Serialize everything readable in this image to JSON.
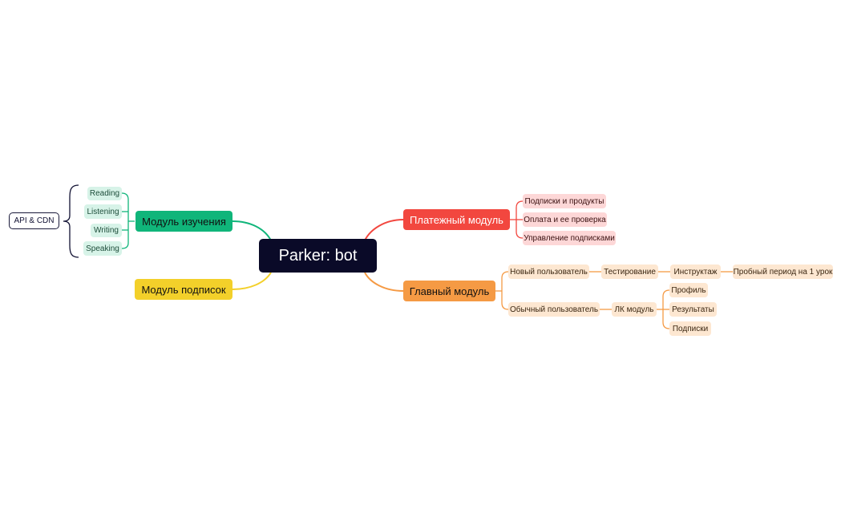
{
  "center": {
    "label": "Parker: bot"
  },
  "branches": {
    "study": {
      "label": "Модуль изучения",
      "items": [
        "Reading",
        "Listening",
        "Writing",
        "Speaking"
      ],
      "external": "API & CDN"
    },
    "subscriptions": {
      "label": "Модуль подписок"
    },
    "payment": {
      "label": "Платежный модуль",
      "items": [
        "Подписки и продукты",
        "Оплата и ее проверка",
        "Управление подписками"
      ]
    },
    "main": {
      "label": "Главный модуль",
      "new_user": {
        "label": "Новый пользователь",
        "chain": [
          "Тестирование",
          "Инструктаж",
          "Пробный период на 1 урок"
        ]
      },
      "regular_user": {
        "label": "Обычный пользователь",
        "lk": {
          "label": "ЛК модуль",
          "items": [
            "Профиль",
            "Результаты",
            "Подписки"
          ]
        }
      }
    }
  },
  "colors": {
    "center": "#0a0a28",
    "green": "#10b57a",
    "yellow": "#f3d02a",
    "red": "#f2473f",
    "orange": "#f59a44"
  }
}
